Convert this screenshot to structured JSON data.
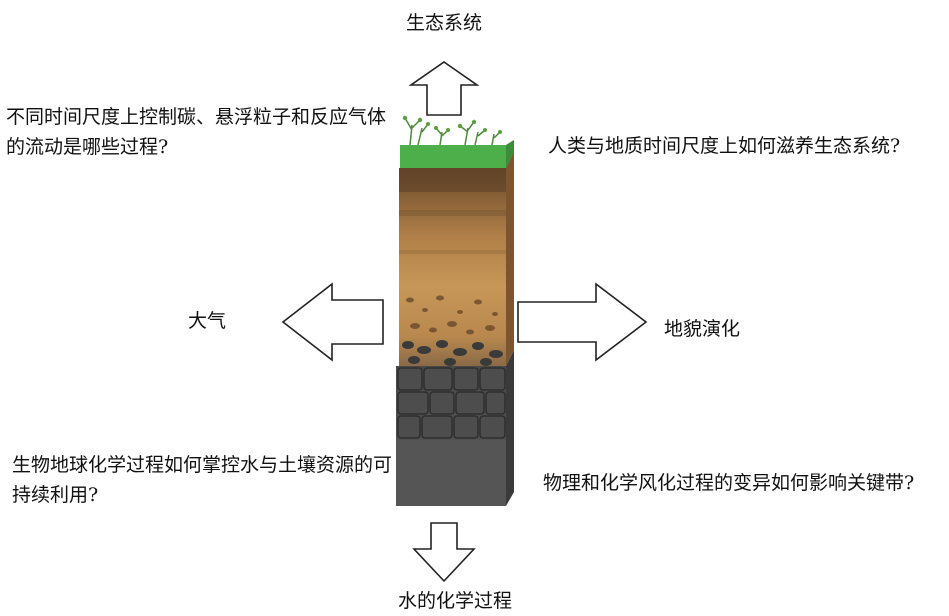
{
  "diagram": {
    "top_label": "生态系统",
    "bottom_label": "水的化学过程",
    "left_label": "大气",
    "right_label": "地貌演化",
    "questions": {
      "top_left": "不同时间尺度上控制碳、悬浮粒子和反应气体的流动是哪些过程?",
      "top_right": "人类与地质时间尺度上如何滋养生态系统?",
      "bottom_left": "生物地球化学过程如何掌控水与土壤资源的可持续利用?",
      "bottom_right": "物理和化学风化过程的变异如何影响关键带?"
    }
  }
}
